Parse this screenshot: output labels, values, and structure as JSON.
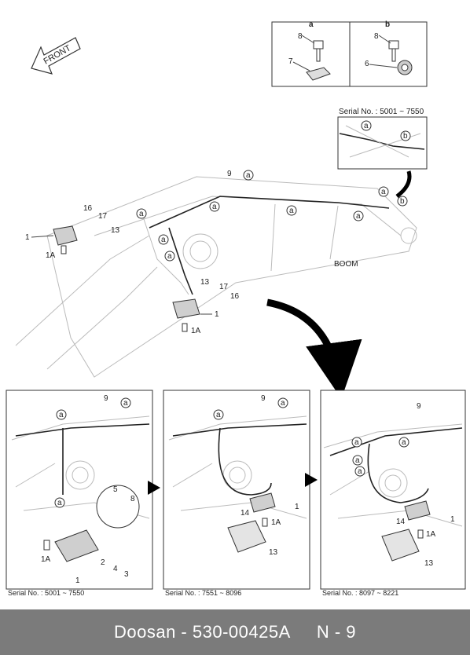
{
  "inset_a": {
    "title": "a",
    "parts": [
      "8",
      "7"
    ]
  },
  "inset_b": {
    "title": "b",
    "parts": [
      "8",
      "6"
    ]
  },
  "front_label": "FRONT",
  "serial_top": "Serial No. : 5001 ~ 7550",
  "boom_label": "BOOM",
  "panels": [
    {
      "serial": "Serial No. : 5001 ~ 7550"
    },
    {
      "serial": "Serial No. : 7551 ~ 8096"
    },
    {
      "serial": "Serial No. : 8097 ~ 8221"
    }
  ],
  "footer": {
    "brand": "Doosan",
    "sep": " - ",
    "part": "530-00425A",
    "page": "N - 9"
  },
  "main_labels": {
    "n1": "1",
    "n1a": "1A",
    "n9": "9",
    "n13": "13",
    "n16": "16",
    "n17": "17",
    "a": "a",
    "b": "b"
  },
  "p1_labels": {
    "n1": "1",
    "n1a": "1A",
    "n2": "2",
    "n3": "3",
    "n4": "4",
    "n5": "5",
    "n8": "8",
    "n9": "9",
    "a": "a"
  },
  "p2_labels": {
    "n1": "1",
    "n1a": "1A",
    "n9": "9",
    "n13": "13",
    "n14": "14",
    "a": "a"
  },
  "p3_labels": {
    "n1": "1",
    "n1a": "1A",
    "n9": "9",
    "n13": "13",
    "n14": "14",
    "a": "a"
  }
}
